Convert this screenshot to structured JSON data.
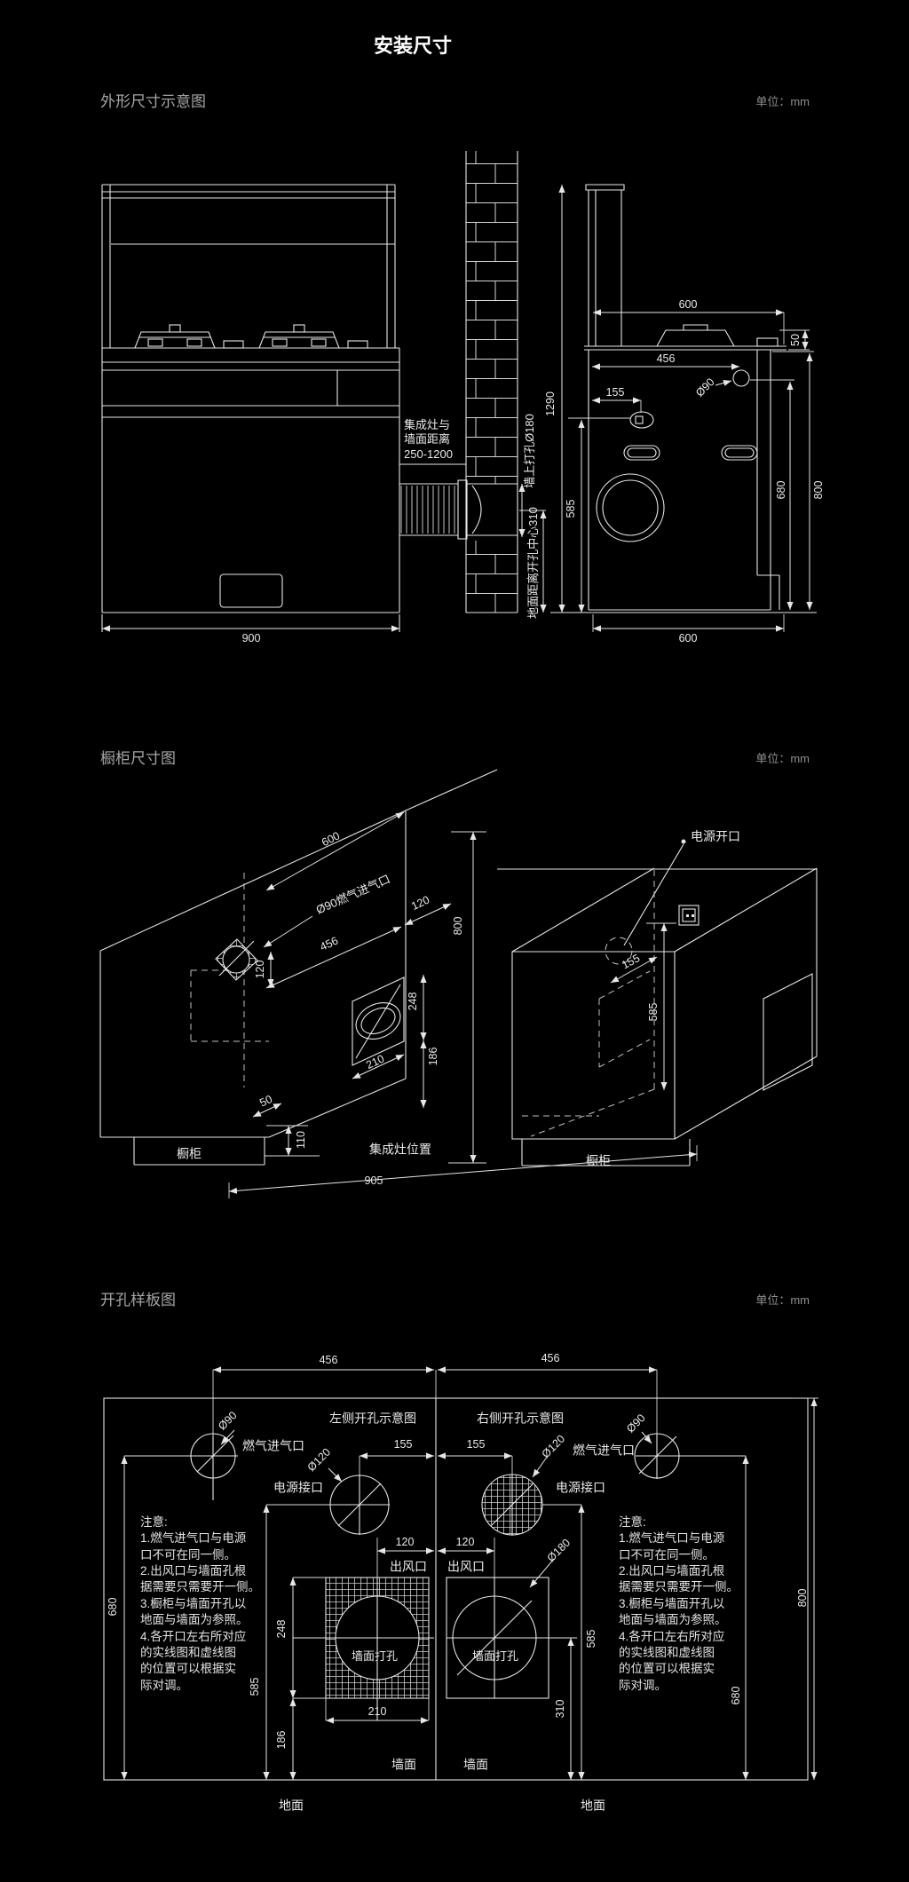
{
  "title": "安装尺寸",
  "unit_label": "单位：mm",
  "colors": {
    "background": "#000000",
    "line": "#e6e6e6",
    "muted": "#8f8f8f"
  },
  "s1": {
    "heading": "外形尺寸示意图",
    "wall_distance": "集成灶与\n墙面距离\n250-1200",
    "wall_hole_label": "墙上打孔Ø180",
    "floor_hole_label": "地面距离开孔中心310",
    "d1290": "1290",
    "d585": "585",
    "d900": "900",
    "d600_top": "600",
    "d50": "50",
    "d456": "456",
    "d90": "Ø90",
    "d155": "155",
    "d680": "680",
    "d800": "800",
    "d600_bottom": "600"
  },
  "s2": {
    "heading": "橱柜尺寸图",
    "d600": "600",
    "d800": "800",
    "gas_label": "Ø90燃气进气口",
    "d120_side": "120",
    "d456": "456",
    "d120_top": "120",
    "d248": "248",
    "d186": "186",
    "d210": "210",
    "d50": "50",
    "d110": "110",
    "cabinet_left": "橱柜",
    "cabinet_right": "橱柜",
    "stove_position": "集成灶位置",
    "d905": "905",
    "power_label": "电源开口",
    "d155": "155",
    "d585": "585"
  },
  "s3": {
    "heading": "开孔样板图",
    "left_title": "左侧开孔示意图",
    "right_title": "右侧开孔示意图",
    "d456_left": "456",
    "d456_right": "456",
    "gas_d_left": "Ø90",
    "gas_d_right": "Ø90",
    "power_d_left": "Ø120",
    "power_d_right": "Ø120",
    "gas_label_left": "燃气进气口",
    "gas_label_right": "燃气进气口",
    "power_label_left": "电源接口",
    "power_label_right": "电源接口",
    "d155_left": "155",
    "d155_right": "155",
    "outlet_left": "出风口",
    "outlet_right": "出风口",
    "d120_left": "120",
    "d120_right": "120",
    "wall_hole_left": "墙面打孔",
    "wall_hole_right": "墙面打孔",
    "d180": "Ø180",
    "d210": "210",
    "d248": "248",
    "d186": "186",
    "d585_left": "585",
    "d585_right": "585",
    "d680_left": "680",
    "d680_right": "680",
    "d310": "310",
    "d800": "800",
    "wall_left": "墙面",
    "wall_right": "墙面",
    "floor_left": "地面",
    "floor_right": "地面",
    "note": "注意:\n1.燃气进气口与电源\n口不可在同一侧。\n2.出风口与墙面孔根\n据需要只需要开一侧。\n3.橱柜与墙面开孔以\n地面与墙面为参照。\n4.各开口左右所对应\n的实线图和虚线图\n的位置可以根据实\n际对调。"
  }
}
